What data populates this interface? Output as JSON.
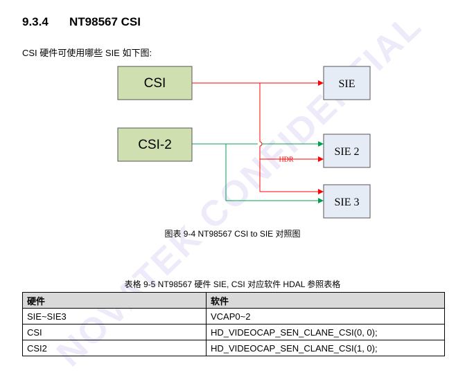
{
  "watermark": "NOVATEK CONFIDENTIAL",
  "section": {
    "number": "9.3.4",
    "title": "NT98567 CSI"
  },
  "intro": "CSI 硬件可使用哪些 SIE 如下图:",
  "diagram": {
    "sources": [
      "CSI",
      "CSI-2"
    ],
    "targets": [
      "SIE",
      "SIE 2",
      "SIE 3"
    ],
    "hdr_label": "HDR",
    "colors": {
      "source_fill": "#cfdfb0",
      "target_fill": "#e6ecf6",
      "red_line": "#ff0000",
      "green_line": "#00a050"
    }
  },
  "figure_caption": "图表 9-4 NT98567 CSI to SIE 对照图",
  "table_caption": "表格 9-5 NT98567 硬件 SIE, CSI 对应软件 HDAL 参照表格",
  "table": {
    "headers": [
      "硬件",
      "软件"
    ],
    "rows": [
      [
        "SIE~SIE3",
        "VCAP0~2"
      ],
      [
        "CSI",
        "HD_VIDEOCAP_SEN_CLANE_CSI(0, 0);"
      ],
      [
        "CSI2",
        "HD_VIDEOCAP_SEN_CLANE_CSI(1, 0);"
      ]
    ]
  }
}
